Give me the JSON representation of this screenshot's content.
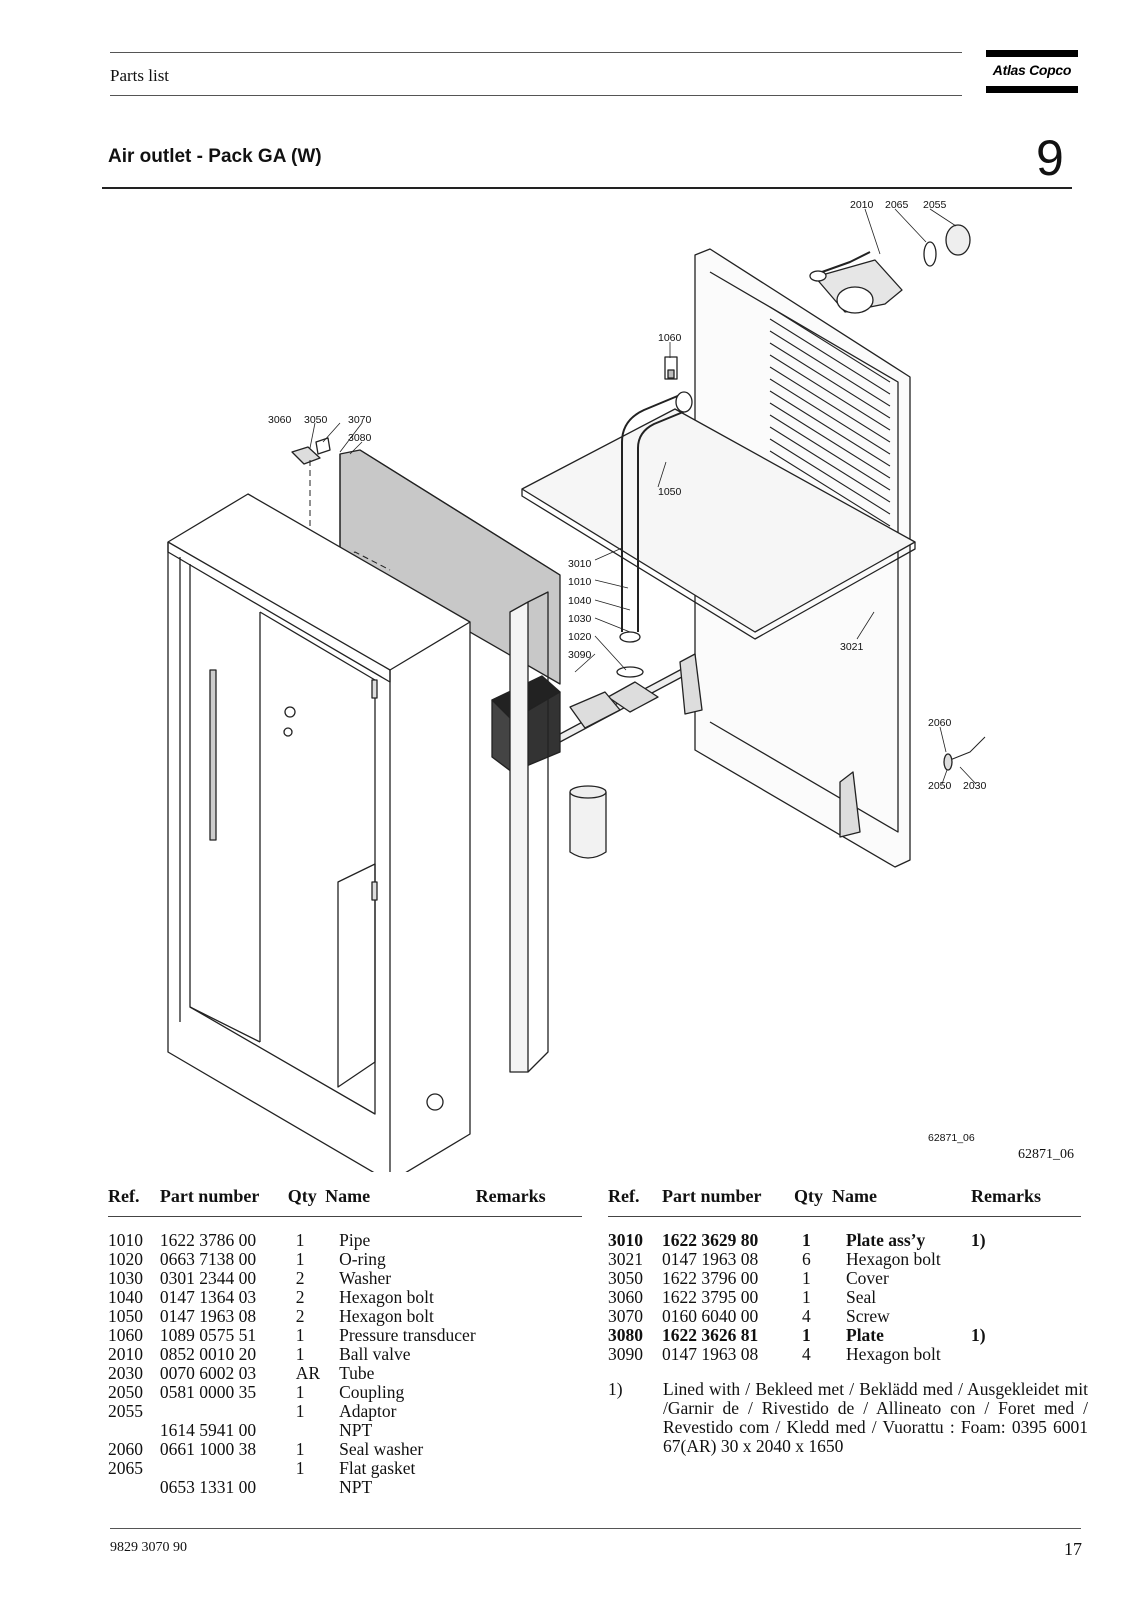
{
  "header": {
    "section": "Parts list",
    "brand": "Atlas Copco"
  },
  "page": {
    "title": "Air outlet - Pack GA (W)",
    "chapter": "9"
  },
  "figure": {
    "drawing_ref_small": "62871_06",
    "drawing_ref": "62871_06",
    "callouts": [
      "2010",
      "2065",
      "2055",
      "1060",
      "3060",
      "3050",
      "3070",
      "3080",
      "1050",
      "3010",
      "1010",
      "1040",
      "1030",
      "1020",
      "3090",
      "3021",
      "2060",
      "2050",
      "2030"
    ]
  },
  "table_headers": {
    "ref": "Ref.",
    "part_number": "Part number",
    "qty": "Qty",
    "name": "Name",
    "remarks": "Remarks"
  },
  "parts_left": [
    {
      "ref": "1010",
      "part": "1622 3786 00",
      "qty": "1",
      "name": "Pipe",
      "remarks": ""
    },
    {
      "ref": "1020",
      "part": "0663 7138 00",
      "qty": "1",
      "name": "O-ring",
      "remarks": ""
    },
    {
      "ref": "1030",
      "part": "0301 2344 00",
      "qty": "2",
      "name": "Washer",
      "remarks": ""
    },
    {
      "ref": "1040",
      "part": "0147 1364 03",
      "qty": "2",
      "name": "Hexagon bolt",
      "remarks": ""
    },
    {
      "ref": "1050",
      "part": "0147 1963 08",
      "qty": "2",
      "name": "Hexagon bolt",
      "remarks": ""
    },
    {
      "ref": "1060",
      "part": "1089 0575 51",
      "qty": "1",
      "name": "Pressure transducer",
      "remarks": ""
    },
    {
      "ref": "2010",
      "part": "0852 0010 20",
      "qty": "1",
      "name": "Ball valve",
      "remarks": ""
    },
    {
      "ref": "2030",
      "part": "0070 6002 03",
      "qty": "AR",
      "name": "Tube",
      "remarks": ""
    },
    {
      "ref": "2050",
      "part": "0581 0000 35",
      "qty": "1",
      "name": "Coupling",
      "remarks": ""
    },
    {
      "ref": "2055",
      "part": "",
      "qty": "1",
      "name": "Adaptor",
      "remarks": ""
    },
    {
      "ref": "",
      "part": "1614 5941 00",
      "qty": "",
      "name": "NPT",
      "remarks": ""
    },
    {
      "ref": "2060",
      "part": "0661 1000 38",
      "qty": "1",
      "name": "Seal washer",
      "remarks": ""
    },
    {
      "ref": "2065",
      "part": "",
      "qty": "1",
      "name": "Flat gasket",
      "remarks": ""
    },
    {
      "ref": "",
      "part": "0653 1331 00",
      "qty": "",
      "name": "NPT",
      "remarks": ""
    }
  ],
  "parts_right": [
    {
      "ref": "3010",
      "part": "1622 3629 80",
      "qty": "1",
      "name": "Plate ass’y",
      "remarks": "1)",
      "bold": true
    },
    {
      "ref": "3021",
      "part": "0147 1963 08",
      "qty": "6",
      "name": "Hexagon bolt",
      "remarks": ""
    },
    {
      "ref": "3050",
      "part": "1622 3796 00",
      "qty": "1",
      "name": "Cover",
      "remarks": ""
    },
    {
      "ref": "3060",
      "part": "1622 3795 00",
      "qty": "1",
      "name": "Seal",
      "remarks": ""
    },
    {
      "ref": "3070",
      "part": "0160 6040 00",
      "qty": "4",
      "name": "Screw",
      "remarks": ""
    },
    {
      "ref": "3080",
      "part": "1622 3626 81",
      "qty": "1",
      "name": "Plate",
      "remarks": "1)",
      "bold": true
    },
    {
      "ref": "3090",
      "part": "0147 1963 08",
      "qty": "4",
      "name": "Hexagon bolt",
      "remarks": ""
    }
  ],
  "footnote": {
    "mark": "1)",
    "text": "Lined with / Bekleed met / Beklädd med / Ausgekleidet mit /Garnir de / Rivestido de / Allineato con / Foret med / Revestido com / Kledd med / Vuorattu : Foam: 0395 6001 67(AR) 30 x 2040 x 1650"
  },
  "footer": {
    "doc_number": "9829 3070 90",
    "page_number": "17"
  }
}
